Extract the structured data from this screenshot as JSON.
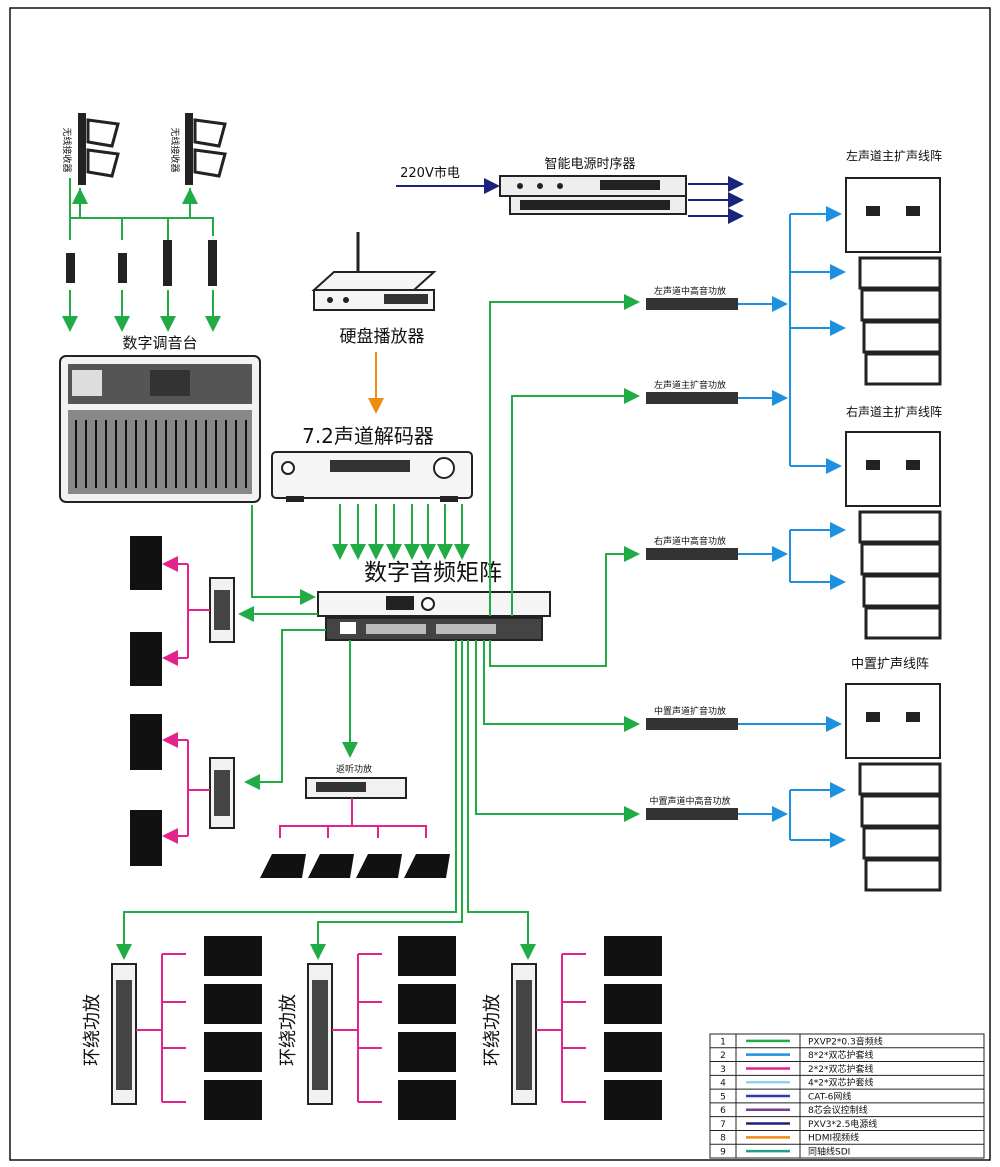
{
  "labels": {
    "mains": "220V市电",
    "sequencer": "智能电源时序器",
    "hdd_player": "硬盘播放器",
    "decoder": "7.2声道解码器",
    "mixer": "数字调音台",
    "matrix": "数字音频矩阵",
    "wireless_1": "无线接收器",
    "wireless_2": "无线接收器",
    "left_array": "左声道主扩声线阵",
    "right_array": "右声道主扩声线阵",
    "center_array": "中置扩声线阵",
    "amp_left_hi": "左声道中高音功放",
    "amp_left_main": "左声道主扩音功放",
    "amp_right_hi": "右声道中高音功放",
    "amp_center_main": "中置声道扩音功放",
    "amp_center_hi": "中置声道中高音功放",
    "monitor_amp": "返听功放",
    "surround_1": "环绕功放",
    "surround_2": "环绕功放",
    "surround_3": "环绕功放"
  },
  "legend": {
    "rows": [
      {
        "num": "1",
        "color": "#22aa44",
        "text": "PXVP2*0.3音频线"
      },
      {
        "num": "2",
        "color": "#1e90e0",
        "text": "8*2*双芯护套线"
      },
      {
        "num": "3",
        "color": "#e0248c",
        "text": "2*2*双芯护套线"
      },
      {
        "num": "4",
        "color": "#8fd3f4",
        "text": "4*2*双芯护套线"
      },
      {
        "num": "5",
        "color": "#2b3aa8",
        "text": "CAT-6网线"
      },
      {
        "num": "6",
        "color": "#7a3c8c",
        "text": "8芯会议控制线"
      },
      {
        "num": "7",
        "color": "#1a237e",
        "text": "PXV3*2.5电源线"
      },
      {
        "num": "8",
        "color": "#f08a10",
        "text": "HDMI视频线"
      },
      {
        "num": "9",
        "color": "#21a090",
        "text": "同轴线SDI"
      }
    ]
  },
  "colors": {
    "audio": "#22aa44",
    "speaker_blue": "#1e90e0",
    "speaker_pink": "#e0248c",
    "hdmi": "#f08a10",
    "power": "#1a237e"
  }
}
